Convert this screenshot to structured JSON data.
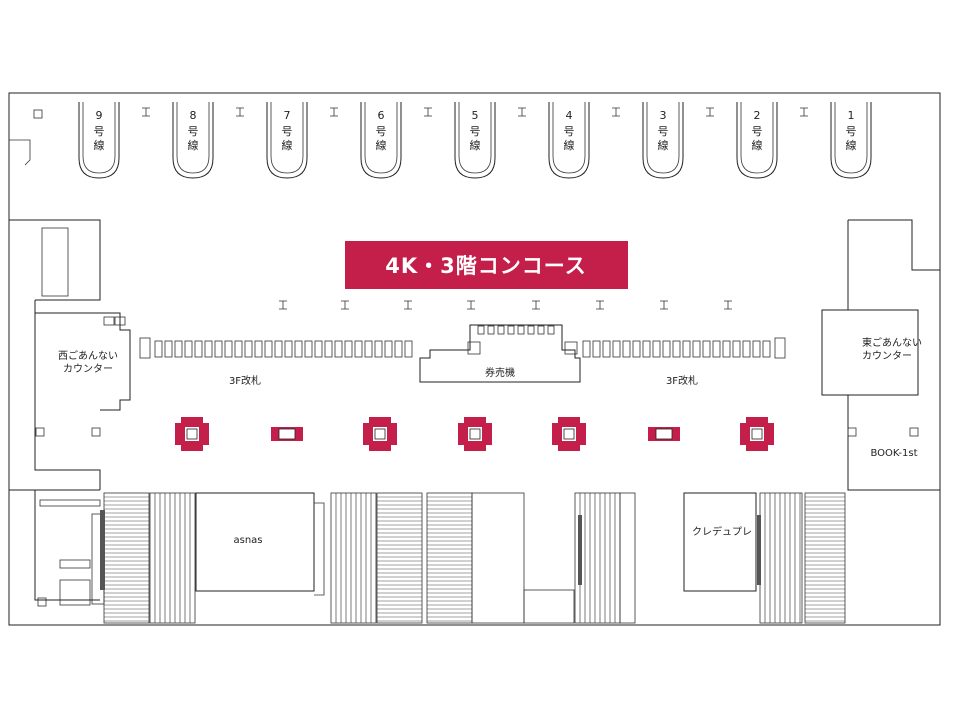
{
  "title": "4K・3階コンコース",
  "tracks": [
    {
      "num": "9",
      "line": [
        "号",
        "線"
      ]
    },
    {
      "num": "8",
      "line": [
        "号",
        "線"
      ]
    },
    {
      "num": "7",
      "line": [
        "号",
        "線"
      ]
    },
    {
      "num": "6",
      "line": [
        "号",
        "線"
      ]
    },
    {
      "num": "5",
      "line": [
        "号",
        "線"
      ]
    },
    {
      "num": "4",
      "line": [
        "号",
        "線"
      ]
    },
    {
      "num": "3",
      "line": [
        "号",
        "線"
      ]
    },
    {
      "num": "2",
      "line": [
        "号",
        "線"
      ]
    },
    {
      "num": "1",
      "line": [
        "号",
        "線"
      ]
    }
  ],
  "labels": {
    "west_counter": [
      "西ごあんない",
      "カウンター"
    ],
    "east_counter": [
      "東ごあんない",
      "カウンター"
    ],
    "gate_west": "3F改札",
    "gate_east": "3F改札",
    "ticket_machine": "券売機",
    "asnas": "asnas",
    "book": "BOOK-1st",
    "credepre": "クレデュプレ"
  },
  "colors": {
    "accent": "#c41e4a",
    "line": "#222222"
  }
}
